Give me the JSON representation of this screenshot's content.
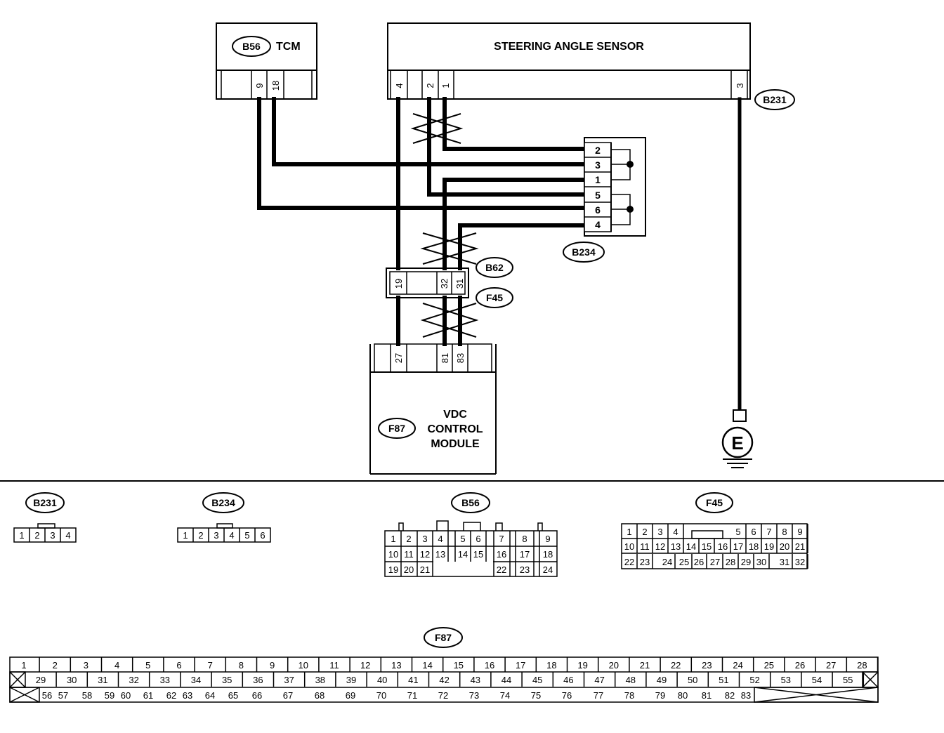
{
  "tcm": {
    "connector": "B56",
    "name": "TCM",
    "pins": [
      "9",
      "18"
    ]
  },
  "sensor": {
    "name": "STEERING ANGLE SENSOR",
    "connector": "B231",
    "pins": [
      "4",
      "2",
      "1",
      "3"
    ]
  },
  "joint": {
    "connector": "B234",
    "pins": [
      "2",
      "3",
      "1",
      "5",
      "6",
      "4"
    ]
  },
  "relay_connector": {
    "top": "B62",
    "bottom": "F45",
    "pins": [
      "19",
      "32",
      "31"
    ]
  },
  "vdc": {
    "connector": "F87",
    "line1": "VDC",
    "line2": "CONTROL",
    "line3": "MODULE",
    "pins": [
      "27",
      "81",
      "83"
    ]
  },
  "ground": {
    "label": "E"
  },
  "connector_views": {
    "b231": {
      "label": "B231",
      "pins": [
        "1",
        "2",
        "3",
        "4"
      ]
    },
    "b234": {
      "label": "B234",
      "pins": [
        "1",
        "2",
        "3",
        "4",
        "5",
        "6"
      ]
    },
    "b56": {
      "label": "B56",
      "row1": [
        "1",
        "2",
        "3",
        "4",
        "5",
        "6",
        "7",
        "8",
        "9"
      ],
      "row2": [
        "10",
        "11",
        "12",
        "13",
        "14",
        "15",
        "16",
        "17",
        "18"
      ],
      "row3": [
        "19",
        "20",
        "21",
        "22",
        "23",
        "24"
      ]
    },
    "f45": {
      "label": "F45",
      "row1": [
        "1",
        "2",
        "3",
        "4",
        "5",
        "6",
        "7",
        "8",
        "9"
      ],
      "row2": [
        "10",
        "11",
        "12",
        "13",
        "14",
        "15",
        "16",
        "17",
        "18",
        "19",
        "20",
        "21"
      ],
      "row3": [
        "22",
        "23",
        "24",
        "25",
        "26",
        "27",
        "28",
        "29",
        "30",
        "31",
        "32"
      ]
    },
    "f87": {
      "label": "F87",
      "row1": [
        "1",
        "2",
        "3",
        "4",
        "5",
        "6",
        "7",
        "8",
        "9",
        "10",
        "11",
        "12",
        "13",
        "14",
        "15",
        "16",
        "17",
        "18",
        "19",
        "20",
        "21",
        "22",
        "23",
        "24",
        "25",
        "26",
        "27",
        "28"
      ],
      "row2": [
        "29",
        "30",
        "31",
        "32",
        "33",
        "34",
        "35",
        "36",
        "37",
        "38",
        "39",
        "40",
        "41",
        "42",
        "43",
        "44",
        "45",
        "46",
        "47",
        "48",
        "49",
        "50",
        "51",
        "52",
        "53",
        "54",
        "55"
      ],
      "row3": [
        "56",
        "57",
        "58",
        "59",
        "60",
        "61",
        "62",
        "63",
        "64",
        "65",
        "66",
        "67",
        "68",
        "69",
        "70",
        "71",
        "72",
        "73",
        "74",
        "75",
        "76",
        "77",
        "78",
        "79",
        "80",
        "81",
        "82",
        "83"
      ]
    }
  }
}
